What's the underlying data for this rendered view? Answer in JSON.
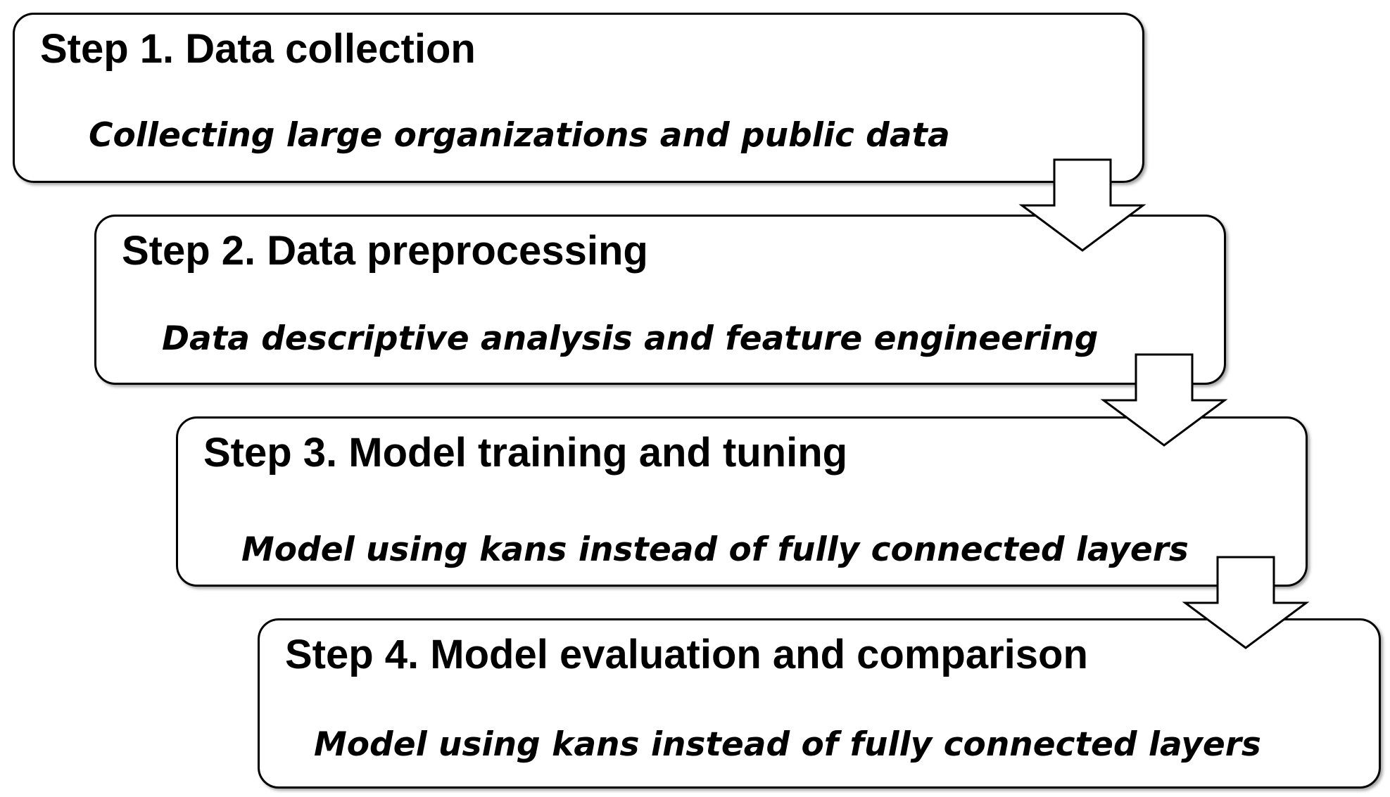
{
  "steps": [
    {
      "title": "Step 1. Data collection",
      "description": "Collecting large organizations and public data"
    },
    {
      "title": "Step 2. Data preprocessing",
      "description": "Data descriptive analysis and feature engineering"
    },
    {
      "title": "Step 3. Model training and tuning",
      "description": "Model using kans instead of fully connected layers"
    },
    {
      "title": "Step 4. Model evaluation and comparison",
      "description": "Model using kans instead of fully connected layers"
    }
  ],
  "arrows": [
    {
      "icon": "down-arrow-icon"
    },
    {
      "icon": "down-arrow-icon"
    },
    {
      "icon": "down-arrow-icon"
    }
  ],
  "colors": {
    "border": "#000000",
    "background": "#ffffff",
    "text": "#000000"
  }
}
